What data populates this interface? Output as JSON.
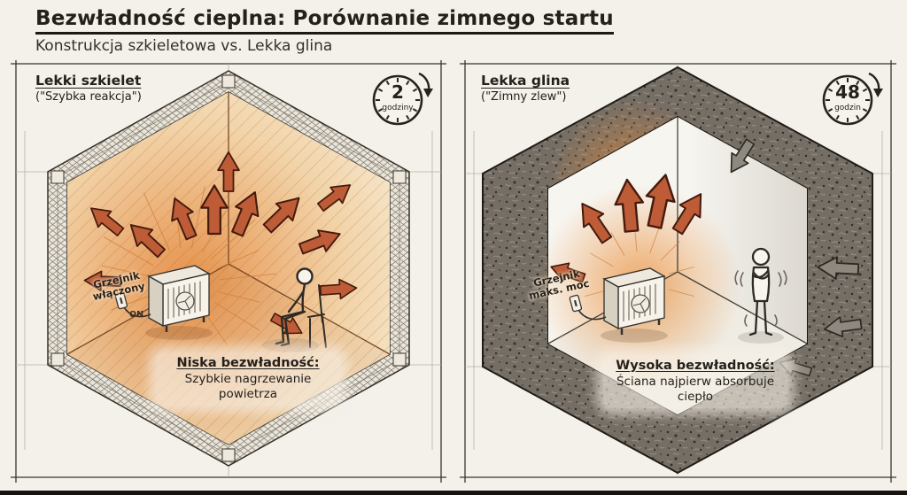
{
  "page": {
    "title": "Bezwładność cieplna: Porównanie zimnego startu",
    "subtitle": "Konstrukcja szkieletowa vs. Lekka glina"
  },
  "left": {
    "heading": "Lekki szkielet",
    "subheading": "(\"Szybka reakcja\")",
    "clock": {
      "value": "2",
      "unit": "godziny"
    },
    "heater": {
      "label_line1": "Grzejnik",
      "label_line2": "włączony",
      "switch": "ON"
    },
    "caption": {
      "title": "Niska bezwładność:",
      "body": "Szybkie nagrzewanie powietrza"
    }
  },
  "right": {
    "heading": "Lekka glina",
    "subheading": "(\"Zimny zlew\")",
    "clock": {
      "value": "48",
      "unit": "godzin"
    },
    "heater": {
      "label_line1": "Grzejnik",
      "label_line2": "maks. moc"
    },
    "caption": {
      "title": "Wysoka bezwładność:",
      "body": "Ściana najpierw absorbuje ciepło"
    }
  },
  "colors": {
    "paper": "#f3f1ea",
    "ink": "#24211d",
    "heat_accent": "#bd5c36",
    "cold_accent": "#8e887f",
    "warm_glow": "#e89a55",
    "clay_wall": "#6e675f"
  }
}
